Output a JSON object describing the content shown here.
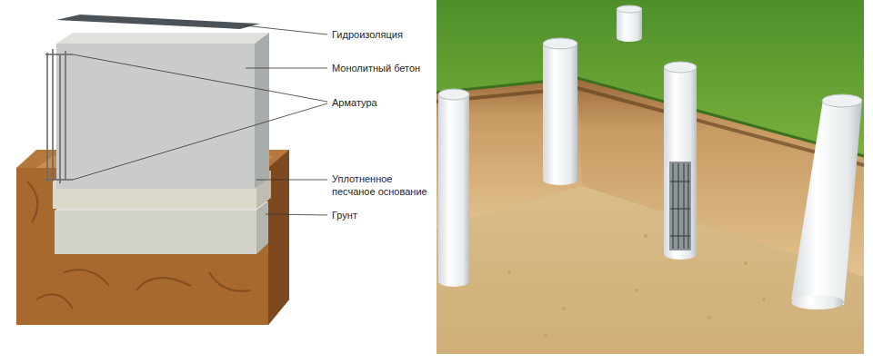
{
  "diagram": {
    "labels": [
      "Гидроизоляция",
      "Монолитный бетон",
      "Арматура",
      "Уплотненное песчаное основание",
      "Грунт"
    ]
  }
}
